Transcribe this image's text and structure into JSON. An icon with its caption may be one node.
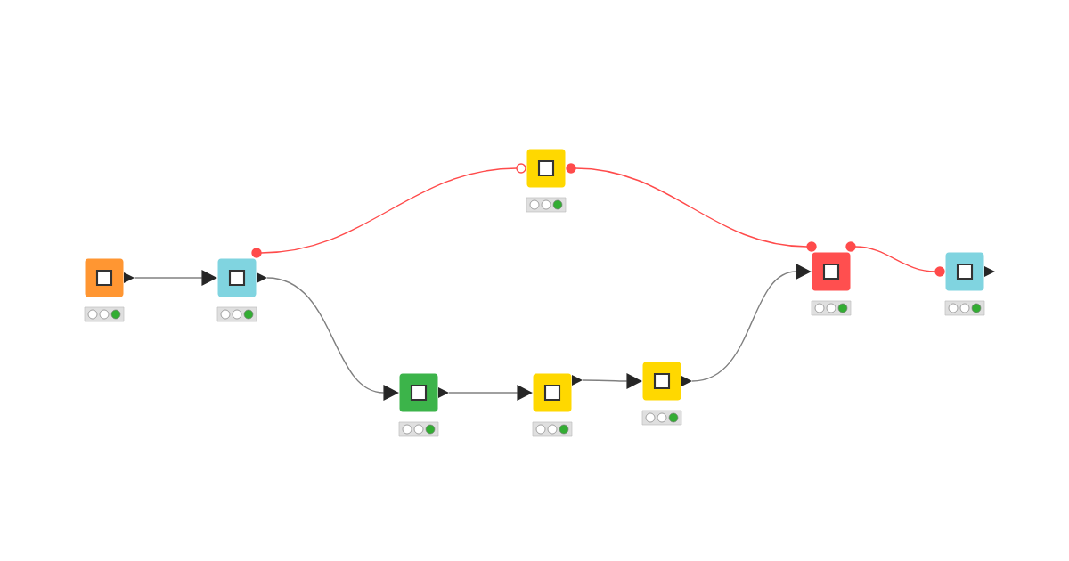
{
  "diagram": {
    "nodes": [
      {
        "text": [],
        "shape": "box"
      },
      {
        "text": [],
        "shape": "box"
      },
      {
        "text": [],
        "shape": "box"
      },
      {
        "text": [],
        "shape": "box"
      },
      {
        "text": [],
        "shape": "box"
      },
      {
        "text": [],
        "shape": "box"
      },
      {
        "text": [],
        "shape": "box"
      },
      {
        "text": [],
        "shape": "box"
      }
    ],
    "edges": [
      {
        "from": 0,
        "to": 1,
        "arrow": "to"
      },
      {
        "from": 1,
        "to": 2,
        "arrow": "none",
        "color": "#ff4b4b"
      },
      {
        "from": 1,
        "to": 3,
        "arrow": "to"
      },
      {
        "from": 3,
        "to": 4,
        "arrow": "to"
      },
      {
        "from": 4,
        "to": 5,
        "arrow": "to"
      },
      {
        "from": 5,
        "to": 6,
        "arrow": "to"
      },
      {
        "from": 2,
        "to": 6,
        "arrow": "none",
        "color": "#ff4b4b"
      },
      {
        "from": 6,
        "to": 7,
        "arrow": "none",
        "color": "#ff4b4b"
      }
    ]
  }
}
